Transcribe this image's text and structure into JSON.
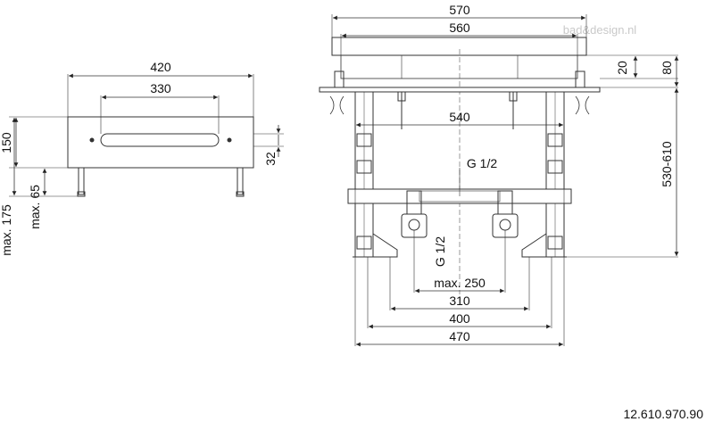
{
  "watermark": "bad&design.nl",
  "article_number": "12.610.970.90",
  "side_view": {
    "width_outer": "420",
    "width_slot": "330",
    "height": "150",
    "slot_offset": "32",
    "max_feet": "max. 65",
    "max_total": "max. 175"
  },
  "front_view": {
    "width_top": "570",
    "width_tray": "560",
    "width_frame": "540",
    "tray_height": "20",
    "frame_top": "80",
    "height_range": "530-610",
    "thread_horizontal": "G 1/2",
    "thread_vertical": "G 1/2",
    "max_spacing": "max. 250",
    "spacing_310": "310",
    "spacing_400": "400",
    "spacing_470": "470"
  }
}
